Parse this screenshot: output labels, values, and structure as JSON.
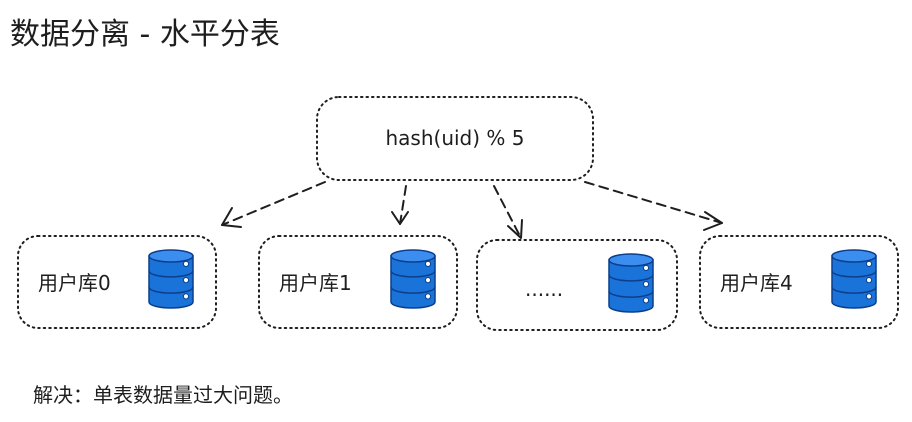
{
  "title": "数据分离 - 水平分表",
  "hash_node": {
    "label": "hash(uid) % 5"
  },
  "shards": [
    {
      "label": "用户库0",
      "icon": "database-icon"
    },
    {
      "label": "用户库1",
      "icon": "database-icon"
    },
    {
      "label": "......",
      "icon": "database-icon"
    },
    {
      "label": "用户库4",
      "icon": "database-icon"
    }
  ],
  "footer": "解决：单表数据量过大问题。",
  "colors": {
    "database_fill": "#1a73d9",
    "database_top": "#3b8ef0",
    "database_stroke": "#0b3f8c",
    "stroke": "#1e1e1e"
  }
}
